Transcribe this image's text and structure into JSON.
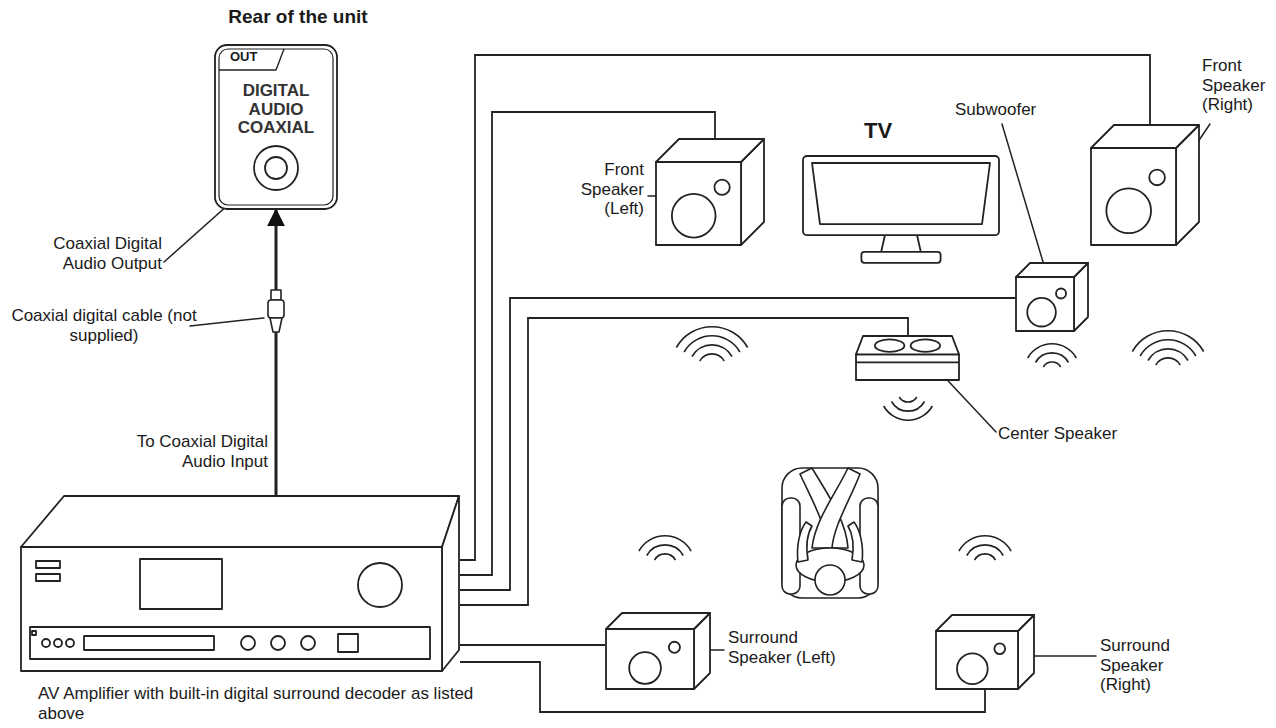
{
  "diagram": {
    "nodes": [
      {
        "text": [
          "Rear of the unit",
          "OUT",
          "DIGITAL AUDIO COAXIAL"
        ]
      },
      {
        "text": [
          "Front Speaker (Left)"
        ]
      },
      {
        "text": [
          "TV"
        ]
      },
      {
        "text": [
          "Subwoofer"
        ]
      },
      {
        "text": [
          "Front Speaker (Right)"
        ]
      },
      {
        "text": [
          "Center Speaker"
        ]
      },
      {
        "text": [
          "AV Amplifier with built-in digital surround decoder as listed above"
        ]
      },
      {
        "text": [
          "Surround Speaker (Left)"
        ]
      },
      {
        "text": [
          "Surround Speaker (Right)"
        ]
      }
    ],
    "edges": [
      {
        "from": 6,
        "to": 0,
        "arrow": "to"
      },
      {
        "from": 6,
        "to": 4,
        "arrow": "none"
      },
      {
        "from": 6,
        "to": 1,
        "arrow": "none"
      },
      {
        "from": 6,
        "to": 3,
        "arrow": "none"
      },
      {
        "from": 6,
        "to": 5,
        "arrow": "none"
      },
      {
        "from": 6,
        "to": 7,
        "arrow": "none"
      },
      {
        "from": 6,
        "to": 8,
        "arrow": "none"
      }
    ],
    "labels": [
      "Coaxial Digital Audio Output",
      "Coaxial digital cable (not supplied)",
      "To Coaxial Digital Audio Input"
    ]
  }
}
